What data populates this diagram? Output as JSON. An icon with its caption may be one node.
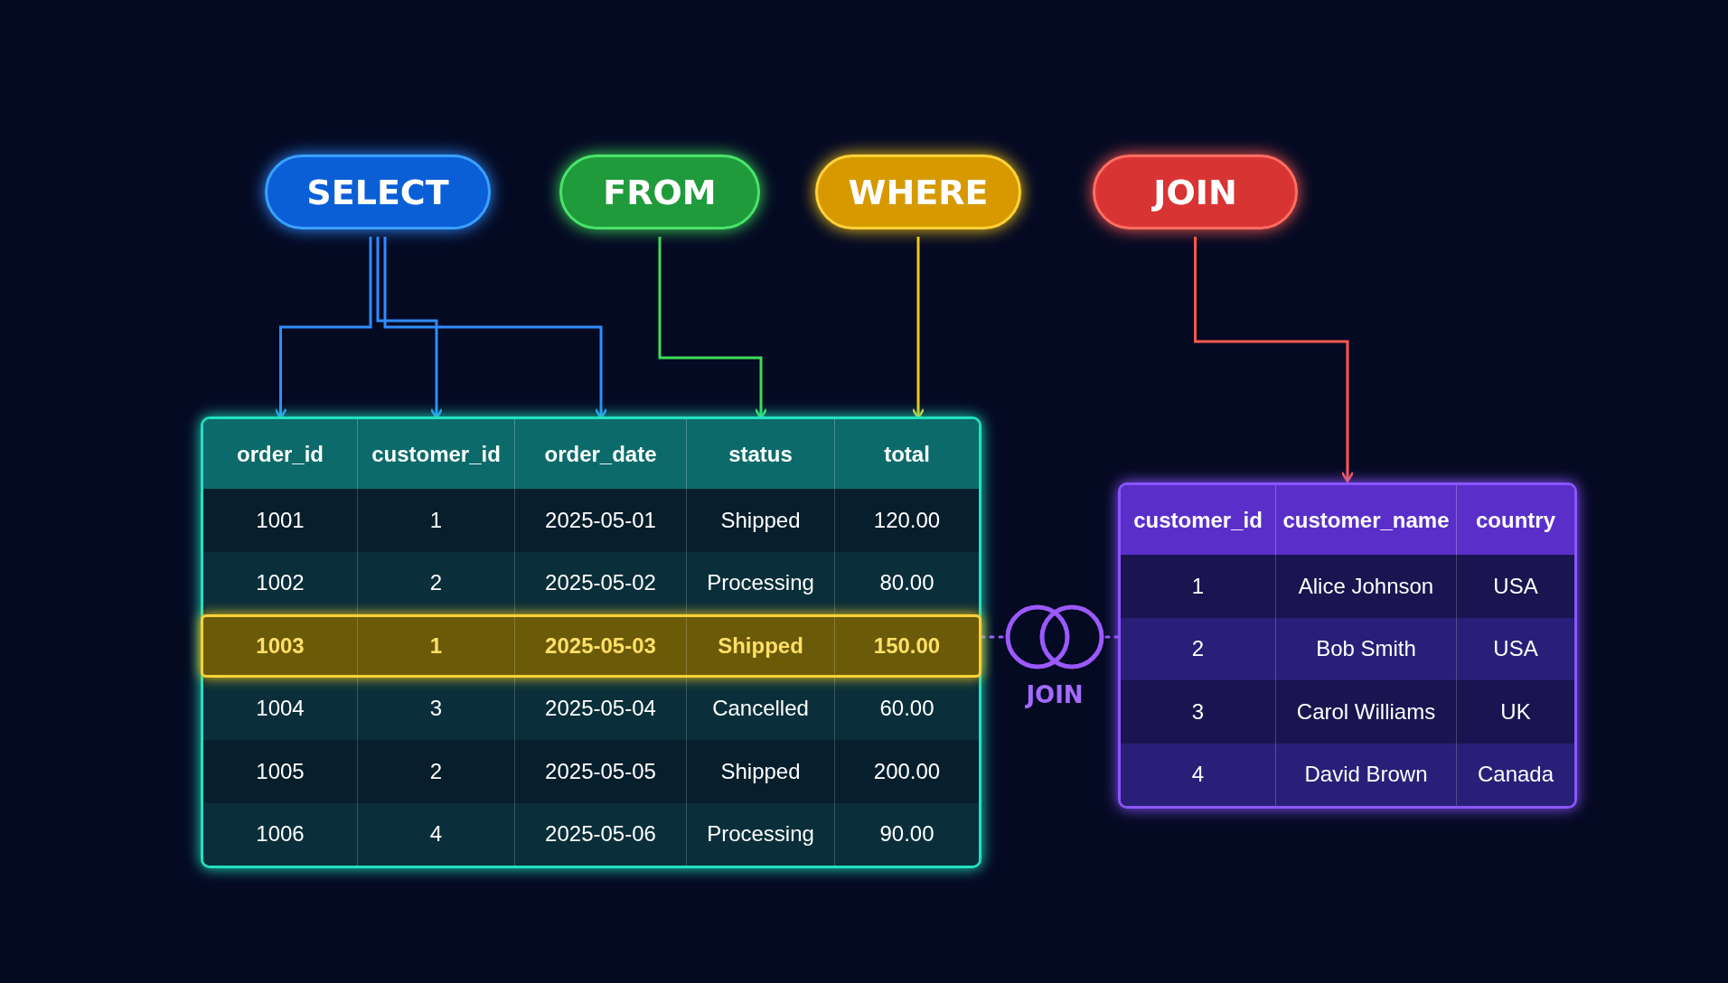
{
  "diagram": {
    "nodes": [
      {
        "text": [
          "SELECT"
        ]
      },
      {
        "text": [
          "FROM"
        ]
      },
      {
        "text": [
          "WHERE"
        ]
      },
      {
        "text": [
          "JOIN"
        ]
      },
      {
        "text": [],
        "shape": "box"
      },
      {
        "text": [
          "order_id"
        ],
        "in": 4
      },
      {
        "text": [
          "customer_id"
        ],
        "in": 4
      },
      {
        "text": [
          "order_date"
        ],
        "in": 4
      },
      {
        "text": [
          "status"
        ],
        "in": 4
      },
      {
        "text": [
          "total"
        ],
        "in": 4
      },
      {
        "text": [],
        "shape": "box"
      },
      {
        "text": [
          "customer_id"
        ],
        "in": 10
      },
      {
        "text": [
          "customer_name"
        ],
        "in": 10
      },
      {
        "text": [
          "country"
        ],
        "in": 10
      },
      {
        "text": [
          "JOIN"
        ]
      }
    ],
    "edges": [
      {
        "from": 0,
        "to": 5,
        "arrow": "to",
        "color": "#2f8cff"
      },
      {
        "from": 0,
        "to": 6,
        "arrow": "to",
        "color": "#2f8cff"
      },
      {
        "from": 0,
        "to": 7,
        "arrow": "to",
        "color": "#2f8cff"
      },
      {
        "from": 1,
        "to": 8,
        "arrow": "to",
        "color": "#3ddc5a"
      },
      {
        "from": 2,
        "to": 9,
        "arrow": "to",
        "color": "#f5c518"
      },
      {
        "from": 3,
        "to": 10,
        "arrow": "to",
        "color": "#ff5a4f"
      },
      {
        "from": 4,
        "to": 14,
        "arrow": "none",
        "style": "dashed",
        "color": "#9b59ff"
      },
      {
        "from": 14,
        "to": 10,
        "arrow": "none",
        "style": "dashed",
        "color": "#9b59ff"
      }
    ],
    "labels": [
      "1001",
      "1",
      "2025-05-01",
      "Shipped",
      "120.00",
      "1002",
      "2",
      "2025-05-02",
      "Processing",
      "80.00",
      "1003",
      "1",
      "2025-05-03",
      "Shipped",
      "150.00",
      "1004",
      "3",
      "2025-05-04",
      "Cancelled",
      "60.00",
      "1005",
      "2",
      "2025-05-05",
      "Shipped",
      "200.00",
      "1006",
      "4",
      "2025-05-06",
      "Processing",
      "90.00",
      "1",
      "Alice Johnson",
      "USA",
      "2",
      "Bob Smith",
      "USA",
      "3",
      "Carol Williams",
      "UK",
      "4",
      "David Brown",
      "Canada"
    ]
  }
}
